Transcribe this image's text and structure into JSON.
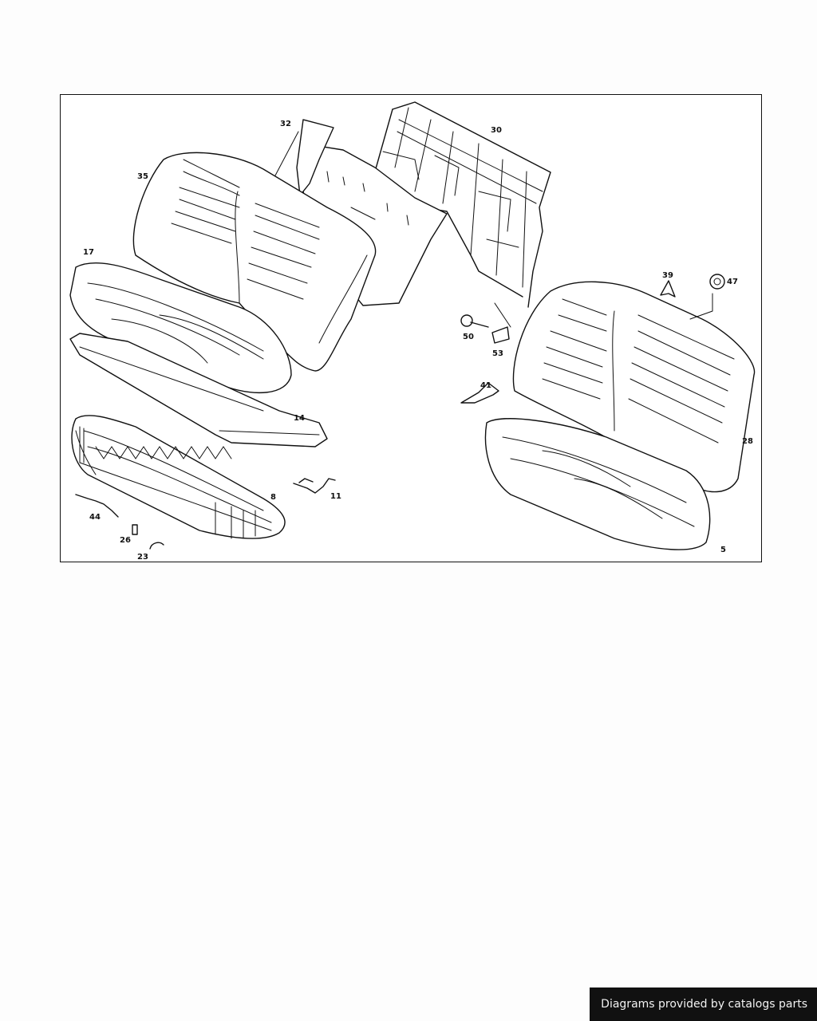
{
  "diagram": {
    "callouts": [
      {
        "id": "32",
        "label": "32"
      },
      {
        "id": "30",
        "label": "30"
      },
      {
        "id": "35",
        "label": "35"
      },
      {
        "id": "17",
        "label": "17"
      },
      {
        "id": "39",
        "label": "39"
      },
      {
        "id": "47",
        "label": "47"
      },
      {
        "id": "50",
        "label": "50"
      },
      {
        "id": "53",
        "label": "53"
      },
      {
        "id": "41",
        "label": "41"
      },
      {
        "id": "14",
        "label": "14"
      },
      {
        "id": "28",
        "label": "28"
      },
      {
        "id": "8",
        "label": "8"
      },
      {
        "id": "11",
        "label": "11"
      },
      {
        "id": "44",
        "label": "44"
      },
      {
        "id": "26",
        "label": "26"
      },
      {
        "id": "23",
        "label": "23"
      },
      {
        "id": "5",
        "label": "5"
      }
    ]
  },
  "footer": {
    "credit": "Diagrams provided by catalogs parts"
  }
}
